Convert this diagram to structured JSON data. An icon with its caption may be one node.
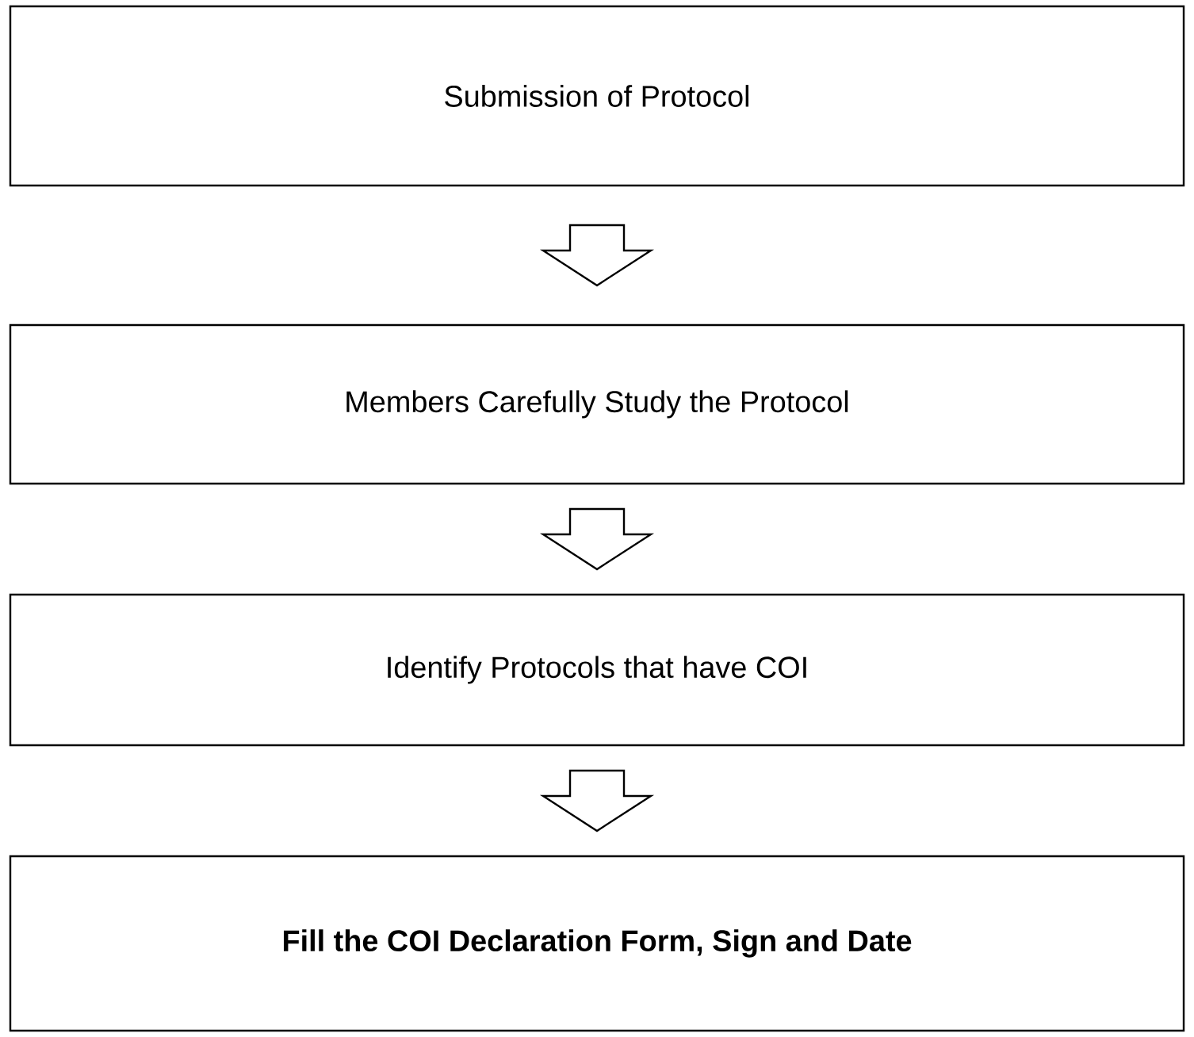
{
  "diagram": {
    "nodes": [
      {
        "text": [
          "Submission of Protocol"
        ]
      },
      {
        "text": [
          "Members Carefully Study the Protocol"
        ]
      },
      {
        "text": [
          "Identify Protocols that have COI"
        ]
      },
      {
        "text": [
          "Fill the COI Declaration Form, Sign and Date"
        ]
      }
    ],
    "edges": [
      {
        "from": 0,
        "to": 1,
        "arrow": "to"
      },
      {
        "from": 1,
        "to": 2,
        "arrow": "to"
      },
      {
        "from": 2,
        "to": 3,
        "arrow": "to"
      }
    ]
  }
}
